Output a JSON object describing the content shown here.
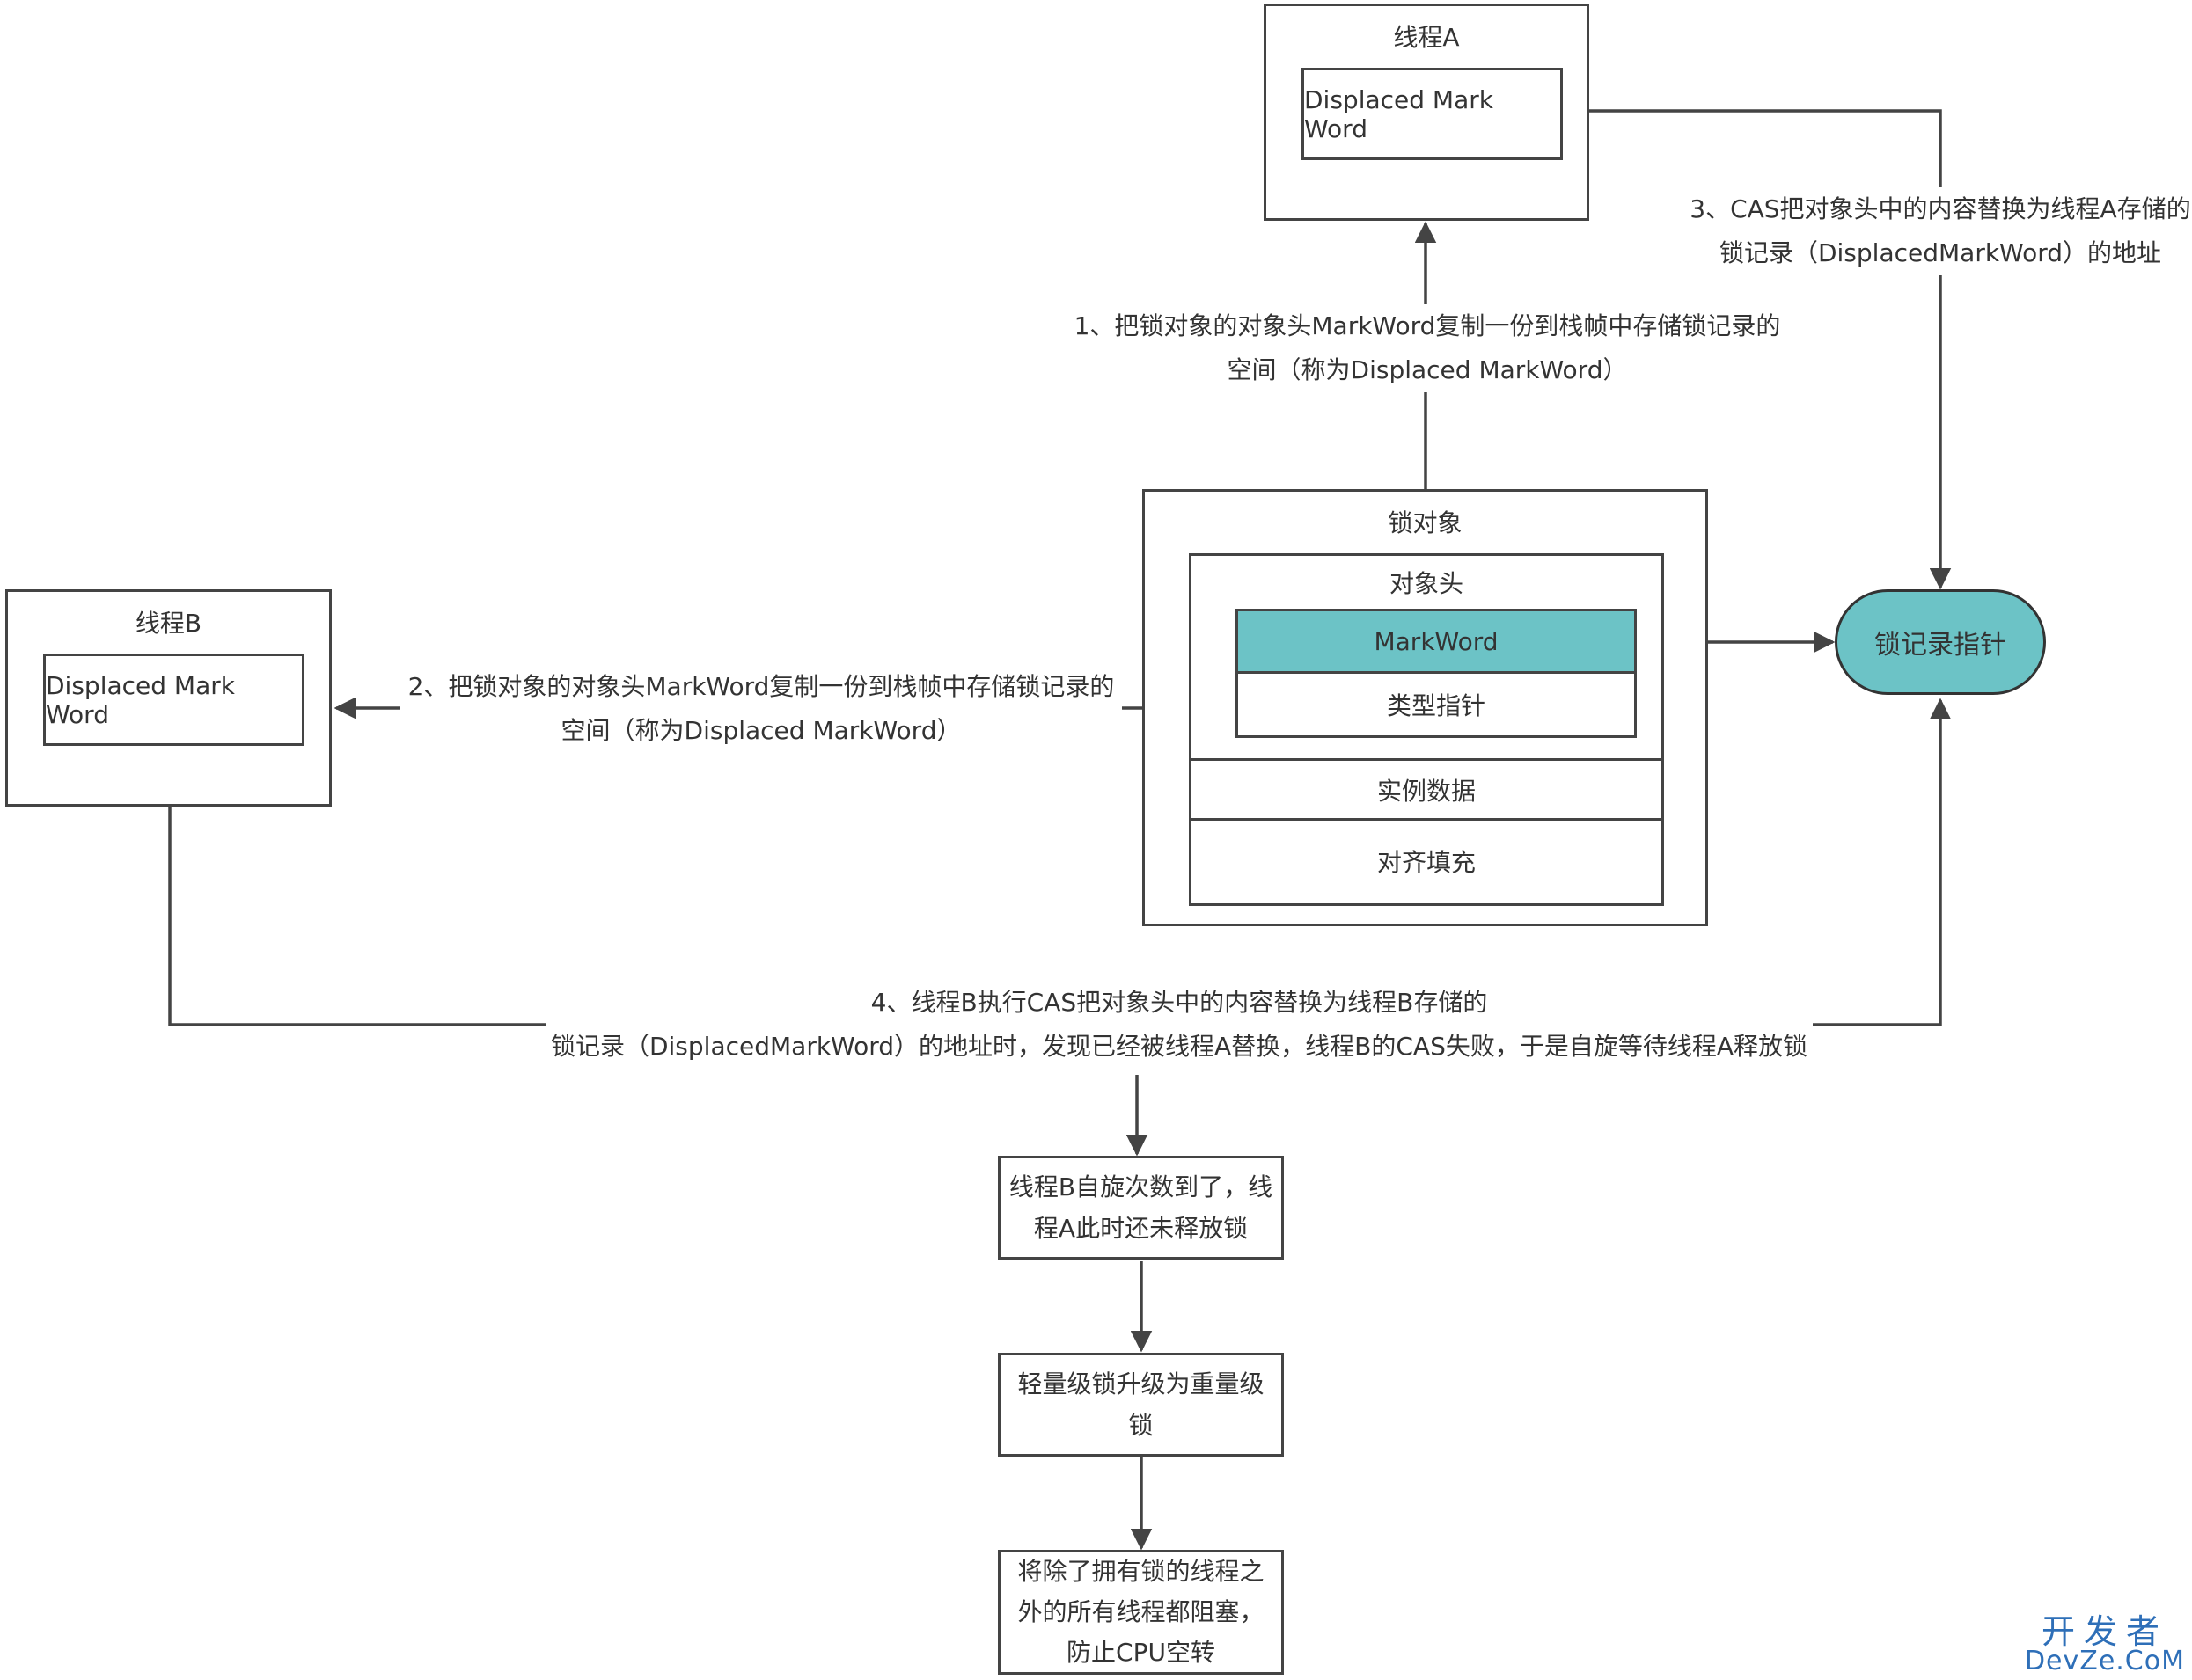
{
  "colors": {
    "line": "#444444",
    "accent": "#6cc3c6",
    "watermark": "#2e6fb8",
    "text": "#333333"
  },
  "thread_a": {
    "title": "线程A",
    "record": "Displaced Mark Word"
  },
  "thread_b": {
    "title": "线程B",
    "record": "Displaced Mark Word"
  },
  "lock_object": {
    "title": "锁对象",
    "header_title": "对象头",
    "mark_word": "MarkWord",
    "type_pointer": "类型指针",
    "instance_data": "实例数据",
    "padding": "对齐填充"
  },
  "lock_record_pointer": "锁记录指针",
  "steps": {
    "step1_line1": "1、把锁对象的对象头MarkWord复制一份到栈帧中存储锁记录的",
    "step1_line2": "空间（称为Displaced MarkWord）",
    "step2_line1": "2、把锁对象的对象头MarkWord复制一份到栈帧中存储锁记录的",
    "step2_line2": "空间（称为Displaced MarkWord）",
    "step3_line1": "3、CAS把对象头中的内容替换为线程A存储的",
    "step3_line2": "锁记录（DisplacedMarkWord）的地址",
    "step4_line1": "4、线程B执行CAS把对象头中的内容替换为线程B存储的",
    "step4_line2": "锁记录（DisplacedMarkWord）的地址时，发现已经被线程A替换，线程B的CAS失败，于是自旋等待线程A释放锁"
  },
  "flow": {
    "spin": "线程B自旋次数到了，线程A此时还未释放锁",
    "upgrade": "轻量级锁升级为重量级锁",
    "block": "将除了拥有锁的线程之外的所有线程都阻塞，防止CPU空转"
  },
  "watermark": {
    "zh": "开发者",
    "en": "DevZe.CoM"
  }
}
